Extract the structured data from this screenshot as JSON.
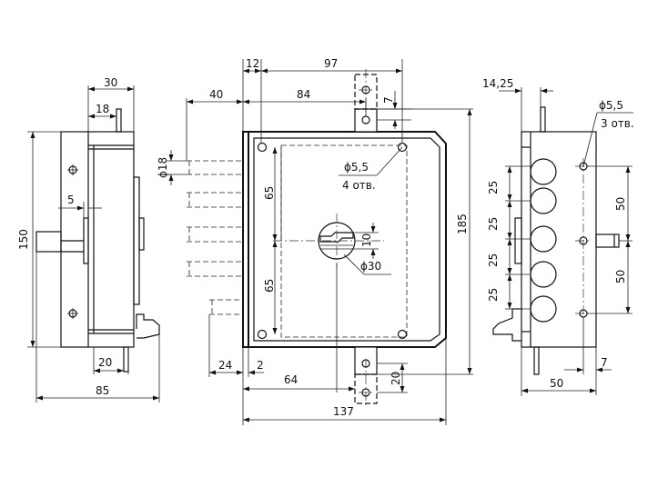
{
  "labels": {
    "d30": "30",
    "d18": "18",
    "d150": "150",
    "d5": "5",
    "d20_bottom_left": "20",
    "d85": "85",
    "d40": "40",
    "d12": "12",
    "d97": "97",
    "d84": "84",
    "d7_top": "7",
    "d_phi18": "ϕ18",
    "d_phi55_front": "ϕ5,5",
    "d_4otv": "4 отв.",
    "d65_top": "65",
    "d65_bot": "65",
    "d10": "10",
    "d_phi30": "ϕ30",
    "d185": "185",
    "d24": "24",
    "d2": "2",
    "d64": "64",
    "d20_bottom": "20",
    "d137": "137",
    "d1425": "14,25",
    "d_phi55_side": "ϕ5,5",
    "d_3otv": "3 отв.",
    "d25_1": "25",
    "d25_2": "25",
    "d25_3": "25",
    "d25_4": "25",
    "d50_top": "50",
    "d50_mid": "50",
    "d7_right": "7",
    "d50_bottom": "50"
  }
}
